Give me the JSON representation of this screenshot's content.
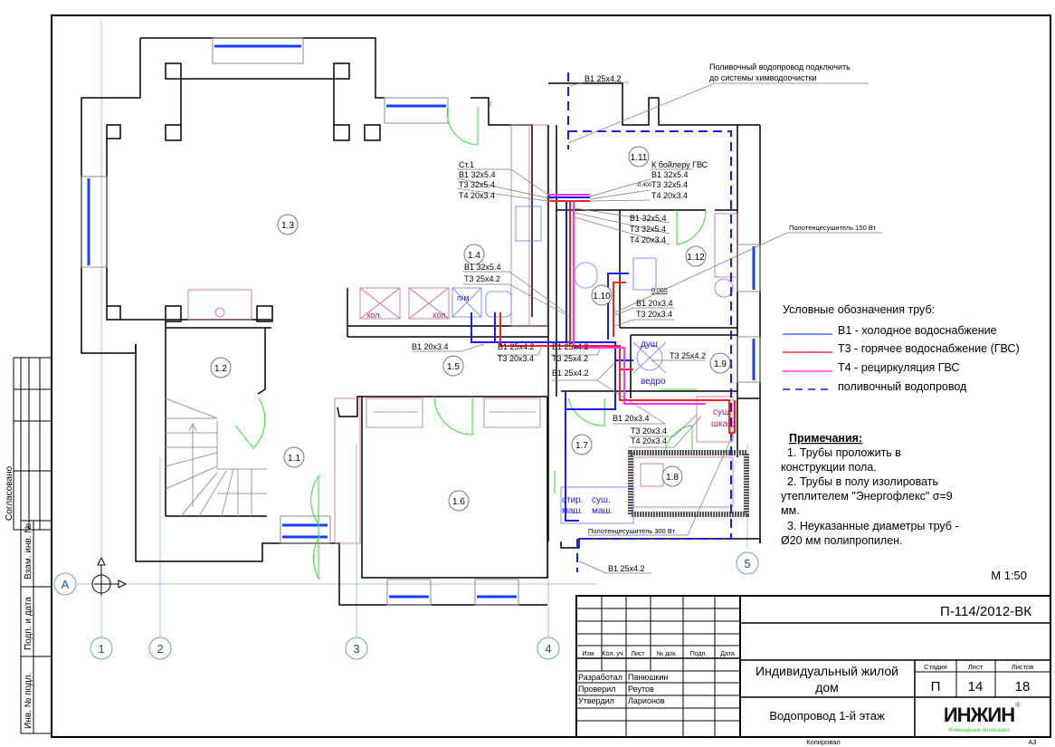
{
  "colors": {
    "cold_water": "#1a1aff",
    "hot_water": "#ff2020",
    "recirculation": "#ff33ff",
    "irrigation": "#1a1aff",
    "wall": "#000000",
    "door": "#33dd33",
    "furniture": "#cc6688",
    "grid": "#aac4e0",
    "grid_label": "#1a4f99",
    "leader": "#777777",
    "logo_green": "#33cc33"
  },
  "grid_axes": {
    "vertical": [
      "1",
      "2",
      "3",
      "4",
      "5"
    ],
    "horizontal": [
      "A"
    ]
  },
  "rooms": [
    "1.1",
    "1.2",
    "1.3",
    "1.4",
    "1.5",
    "1.6",
    "1.7",
    "1.8",
    "1.9",
    "1.10",
    "1.11",
    "1.12"
  ],
  "fixtures": {
    "fridge_1": "хол.",
    "fridge_2": "хол.",
    "dishwasher": "п/м",
    "shower": "душ",
    "bucket": "ведро",
    "dryer_cabinet_1": "суш.",
    "dryer_cabinet_2": "шкаф",
    "washer_1": "стир.",
    "washer_2": "маш.",
    "dryer_1": "суш.",
    "dryer_2": "маш."
  },
  "levels": {
    "l1": "0,000",
    "l2": "-0,400"
  },
  "annotations": {
    "top_riser": "В1 25х4.2",
    "irrigation_note_1": "Поливочный водопровод подключить",
    "irrigation_note_2": "до системы химводоочистки",
    "st1_title": "Ст.1",
    "st1_b1": "В1 32х5.4",
    "st1_t3": "Т3 32х5.4",
    "st1_t4": "Т4 20х3.4",
    "boiler_title": "К бойлеру ГВС",
    "boiler_b1": "В1 32х5.4",
    "boiler_t3": "Т3 32х5.4",
    "boiler_t4": "Т4 20х3.4",
    "r110_b1": "В1 32х5.4",
    "r110_t3": "Т3 32х5.4",
    "r110_t4": "Т4 20х3.4",
    "towel_150": "Полотенцесушитель 150 Вт",
    "r14_b1": "В1 32х5.4",
    "r14_t3": "Т3 25х4.2",
    "sink_b1": "В1 20х3.4",
    "sink_t3": "Т3 20х3.4",
    "corr_b1_a": "В1 20х3.4",
    "corr_b1_b": "В1 25х4.2",
    "corr_t3_b": "Т3 20х3.4",
    "corr_b1_c": "В1 25х4.2",
    "corr_t3_c": "Т3 25х4.2",
    "corr_b1_d": "В1 25х4.2",
    "shower_t3": "Т3 25х4.2",
    "r17_b1": "В1 20х3.4",
    "r17_t3": "Т3 20х3.4",
    "r17_t4": "Т4 20х3.4",
    "towel_300": "Полотенцесушитель 300 Вт",
    "bottom_riser": "В1 25х4.2"
  },
  "legend": {
    "title": "Условные обозначения  труб:",
    "items": [
      {
        "key": "cold",
        "label": "В1 - холодное водоснабжение",
        "style": "solid",
        "color": "#5566ff"
      },
      {
        "key": "hot",
        "label": "Т3 - горячее водоснабжение (ГВС)",
        "style": "solid",
        "color": "#ee3333"
      },
      {
        "key": "recirc",
        "label": "Т4 - рециркуляция ГВС",
        "style": "solid",
        "color": "#ff33ff"
      },
      {
        "key": "irrigation",
        "label": "поливочный водопровод",
        "style": "dashed",
        "color": "#1a1aff"
      }
    ]
  },
  "notes": {
    "title": "Примечания:",
    "lines": [
      "  1. Трубы проложить в",
      "конструкции пола.",
      "  2. Трубы в полу изолировать",
      "утеплителем \"Энергофлекс\" σ=9",
      "мм.",
      "  3. Неуказанные диаметры труб -",
      "Ø20 мм полипропилен."
    ]
  },
  "scale": "М 1:50",
  "side_stamp": {
    "agreed": "Согласовано",
    "replace_inv": "Взам. инв. №",
    "sign_date": "Подп. и дата",
    "inv_orig": "Инв. № подл."
  },
  "title_block": {
    "doc_code": "П-114/2012-ВК",
    "columns": [
      "Изм.",
      "Кол. уч.",
      "Лист",
      "№ док.",
      "Подп.",
      "Дата"
    ],
    "roles": [
      {
        "role": "Разработал",
        "name": "Панюшкин"
      },
      {
        "role": "Проверил",
        "name": "Реутов"
      },
      {
        "role": "Утвердил",
        "name": "Ларионов"
      }
    ],
    "project_line1": "Индивидуальный жилой",
    "project_line2": "дом",
    "sheet_title": "Водопровод 1-й этаж",
    "stage_label": "Стадия",
    "sheet_label": "Лист",
    "sheets_label": "Листов",
    "stage": "П",
    "sheet": "14",
    "sheets": "18",
    "logo_text": "ИНЖИН",
    "logo_sub": "Инженерные инновации",
    "logo_reg": "®",
    "copied": "Копировал",
    "format": "А3"
  }
}
